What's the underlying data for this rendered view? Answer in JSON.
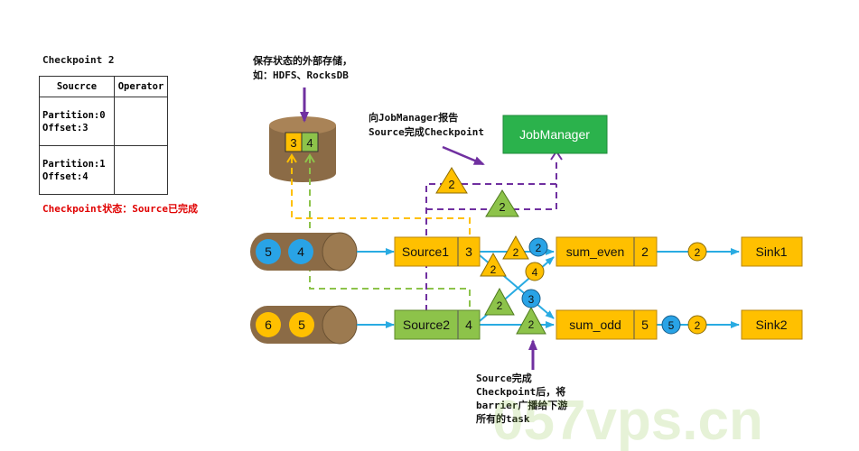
{
  "checkpoint": {
    "title": "Checkpoint 2",
    "headers": [
      "Soucrce",
      "Operator"
    ],
    "rows": [
      {
        "partition": "Partition:0",
        "offset": "Offset:3"
      },
      {
        "partition": "Partition:1",
        "offset": "Offset:4"
      }
    ],
    "status": "Checkpoint状态：Source已完成"
  },
  "storage": {
    "note_line1": "保存状态的外部存储，",
    "note_line2": "如：HDFS、RocksDB",
    "values": [
      "3",
      "4"
    ]
  },
  "report_note": {
    "line1": "向JobManager报告",
    "line2": "Source完成Checkpoint"
  },
  "jobmanager": "JobManager",
  "queues": {
    "top": [
      "5",
      "4"
    ],
    "bottom": [
      "6",
      "5"
    ]
  },
  "sources": [
    {
      "name": "Source1",
      "offset": "3"
    },
    {
      "name": "Source2",
      "offset": "4"
    }
  ],
  "operators": [
    {
      "name": "sum_even",
      "value": "2"
    },
    {
      "name": "sum_odd",
      "value": "5"
    }
  ],
  "sinks": [
    "Sink1",
    "Sink2"
  ],
  "barriers": {
    "main": "2",
    "jm1": "2",
    "jm2": "2"
  },
  "records": {
    "r2_blue": "2",
    "r4_yellow": "4",
    "r3_blue": "3",
    "even_out": "2",
    "odd_out1": "5",
    "odd_out2": "2"
  },
  "broadcast_note": {
    "line1": "Source完成",
    "line2": "Checkpoint后，将",
    "line3": "barrier广播给下游",
    "line4": "所有的task"
  },
  "watermark": "057vps.cn",
  "colors": {
    "source": "#8DC34A",
    "operator": "#FFC000",
    "jobmanager": "#2BB24C",
    "queue": "#8B6B46",
    "blue": "#29A3E6",
    "arrow": "#29ABE2",
    "purple": "#7030A0",
    "status_red": "#E00000"
  }
}
